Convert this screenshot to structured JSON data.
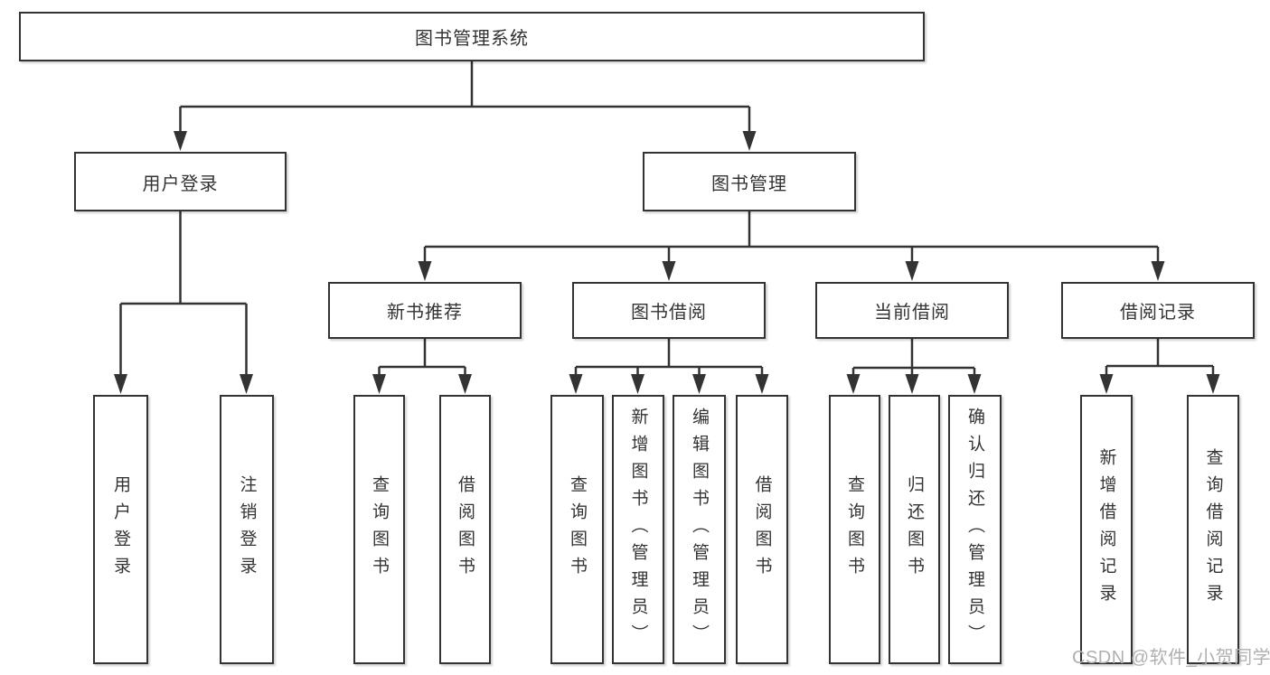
{
  "diagram": {
    "root": {
      "label": "图书管理系统"
    },
    "branches": [
      {
        "label": "用户登录",
        "children": [
          {
            "label": "用户登录"
          },
          {
            "label": "注销登录"
          }
        ]
      },
      {
        "label": "图书管理",
        "children": [
          {
            "label": "新书推荐",
            "children": [
              {
                "label": "查询图书"
              },
              {
                "label": "借阅图书"
              }
            ]
          },
          {
            "label": "图书借阅",
            "children": [
              {
                "label": "查询图书"
              },
              {
                "label": "新增图书（管理员）"
              },
              {
                "label": "编辑图书（管理员）"
              },
              {
                "label": "借阅图书"
              }
            ]
          },
          {
            "label": "当前借阅",
            "children": [
              {
                "label": "查询图书"
              },
              {
                "label": "归还图书"
              },
              {
                "label": "确认归还（管理员）"
              }
            ]
          },
          {
            "label": "借阅记录",
            "children": [
              {
                "label": "新增借阅记录"
              },
              {
                "label": "查询借阅记录"
              }
            ]
          }
        ]
      }
    ]
  },
  "watermark": {
    "text": "CSDN @软件_小贺同学"
  },
  "colors": {
    "line": "#333333",
    "text": "#333333",
    "background": "#ffffff",
    "watermark": "#b0b0b0"
  }
}
